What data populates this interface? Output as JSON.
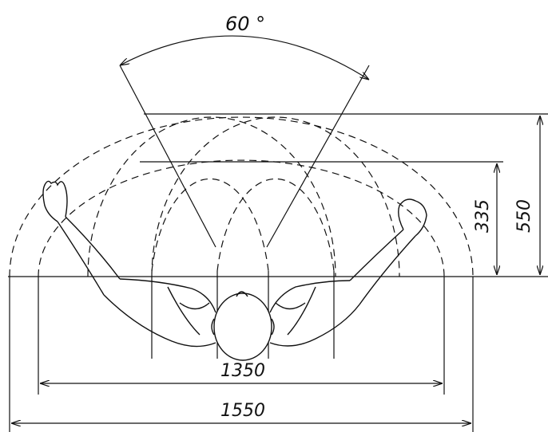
{
  "diagram": {
    "angle_label": "60 °",
    "height_outer_label": "550",
    "height_inner_label": "335",
    "width_inner_label": "1350",
    "width_outer_label": "1550"
  },
  "colors": {
    "line": "#111111",
    "background": "#ffffff"
  }
}
